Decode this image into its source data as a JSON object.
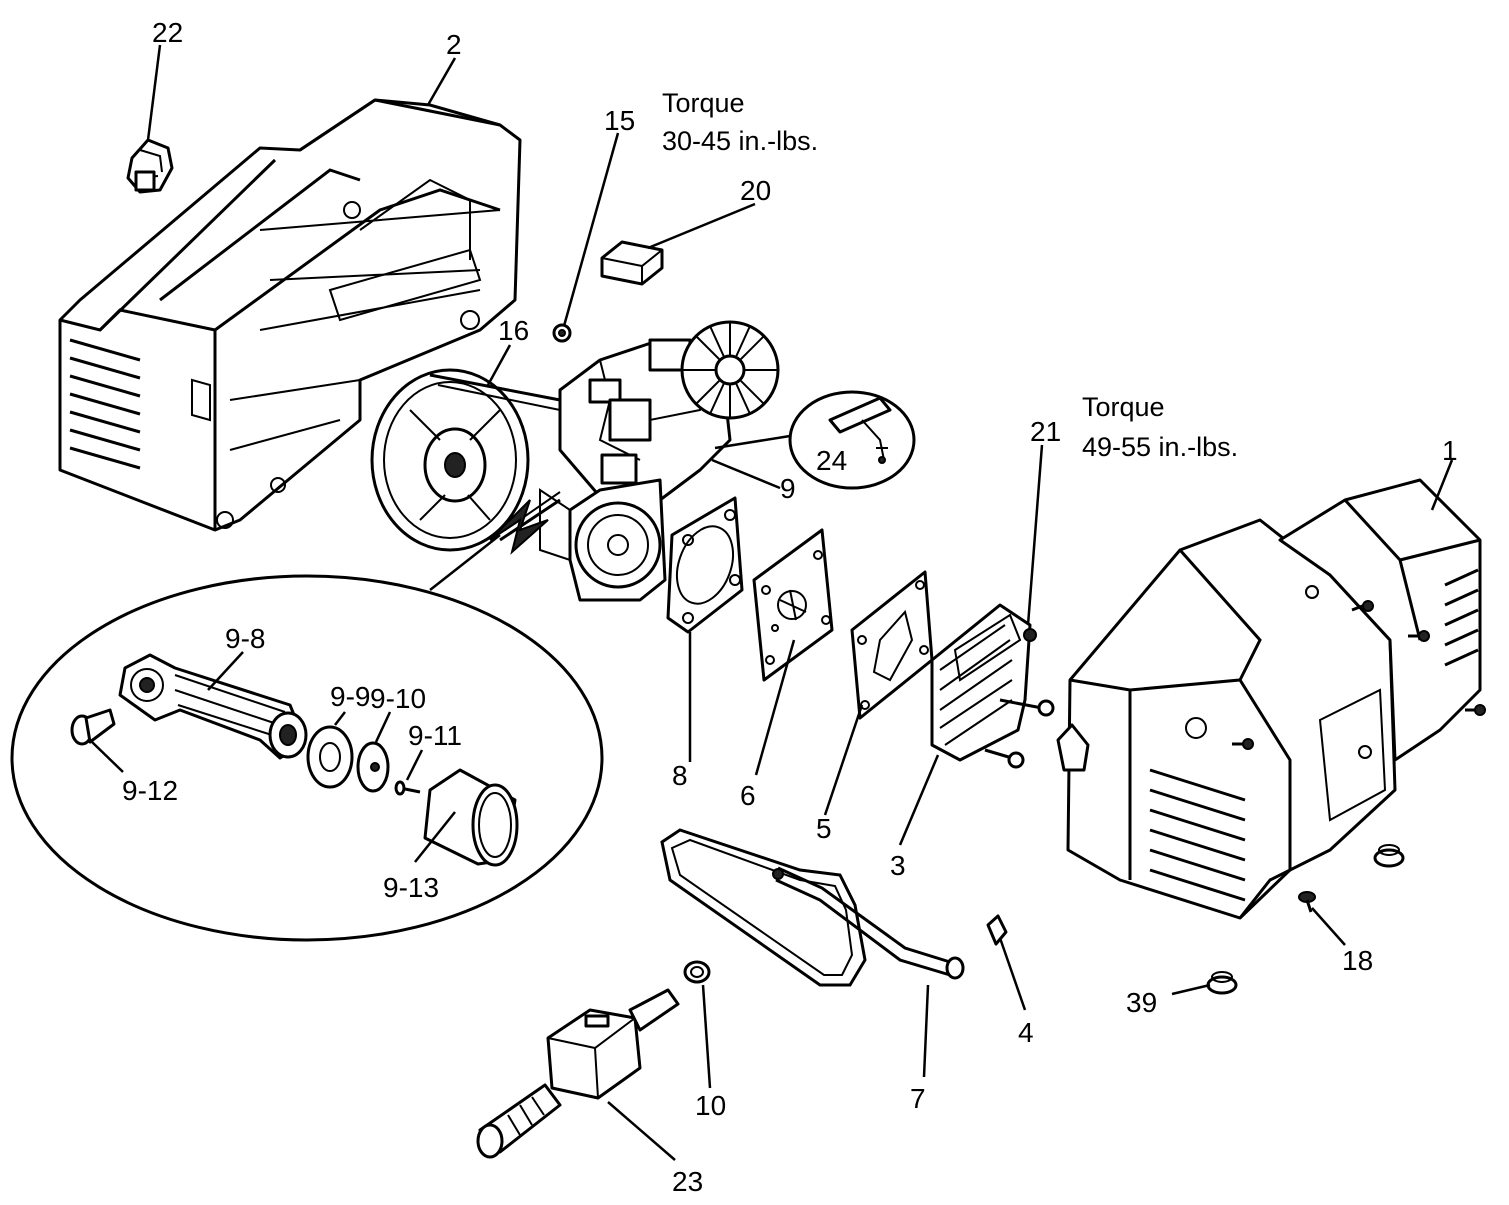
{
  "callouts": {
    "c1": "1",
    "c2": "2",
    "c3": "3",
    "c4": "4",
    "c5": "5",
    "c6": "6",
    "c7": "7",
    "c8": "8",
    "c9": "9",
    "c10": "10",
    "c15": "15",
    "c16": "16",
    "c18": "18",
    "c20": "20",
    "c21": "21",
    "c22": "22",
    "c23": "23",
    "c24": "24",
    "c39": "39"
  },
  "detail_callouts": {
    "c9_8": "9-8",
    "c9_9": "9-9",
    "c9_10": "9-10",
    "c9_11": "9-11",
    "c9_12": "9-12",
    "c9_13": "9-13"
  },
  "torque_notes": {
    "upper_title": "Torque",
    "upper_value": "30-45 in.-lbs.",
    "right_title": "Torque",
    "right_value": "49-55 in.-lbs."
  },
  "colors": {
    "line": "#000000",
    "background": "#ffffff"
  }
}
